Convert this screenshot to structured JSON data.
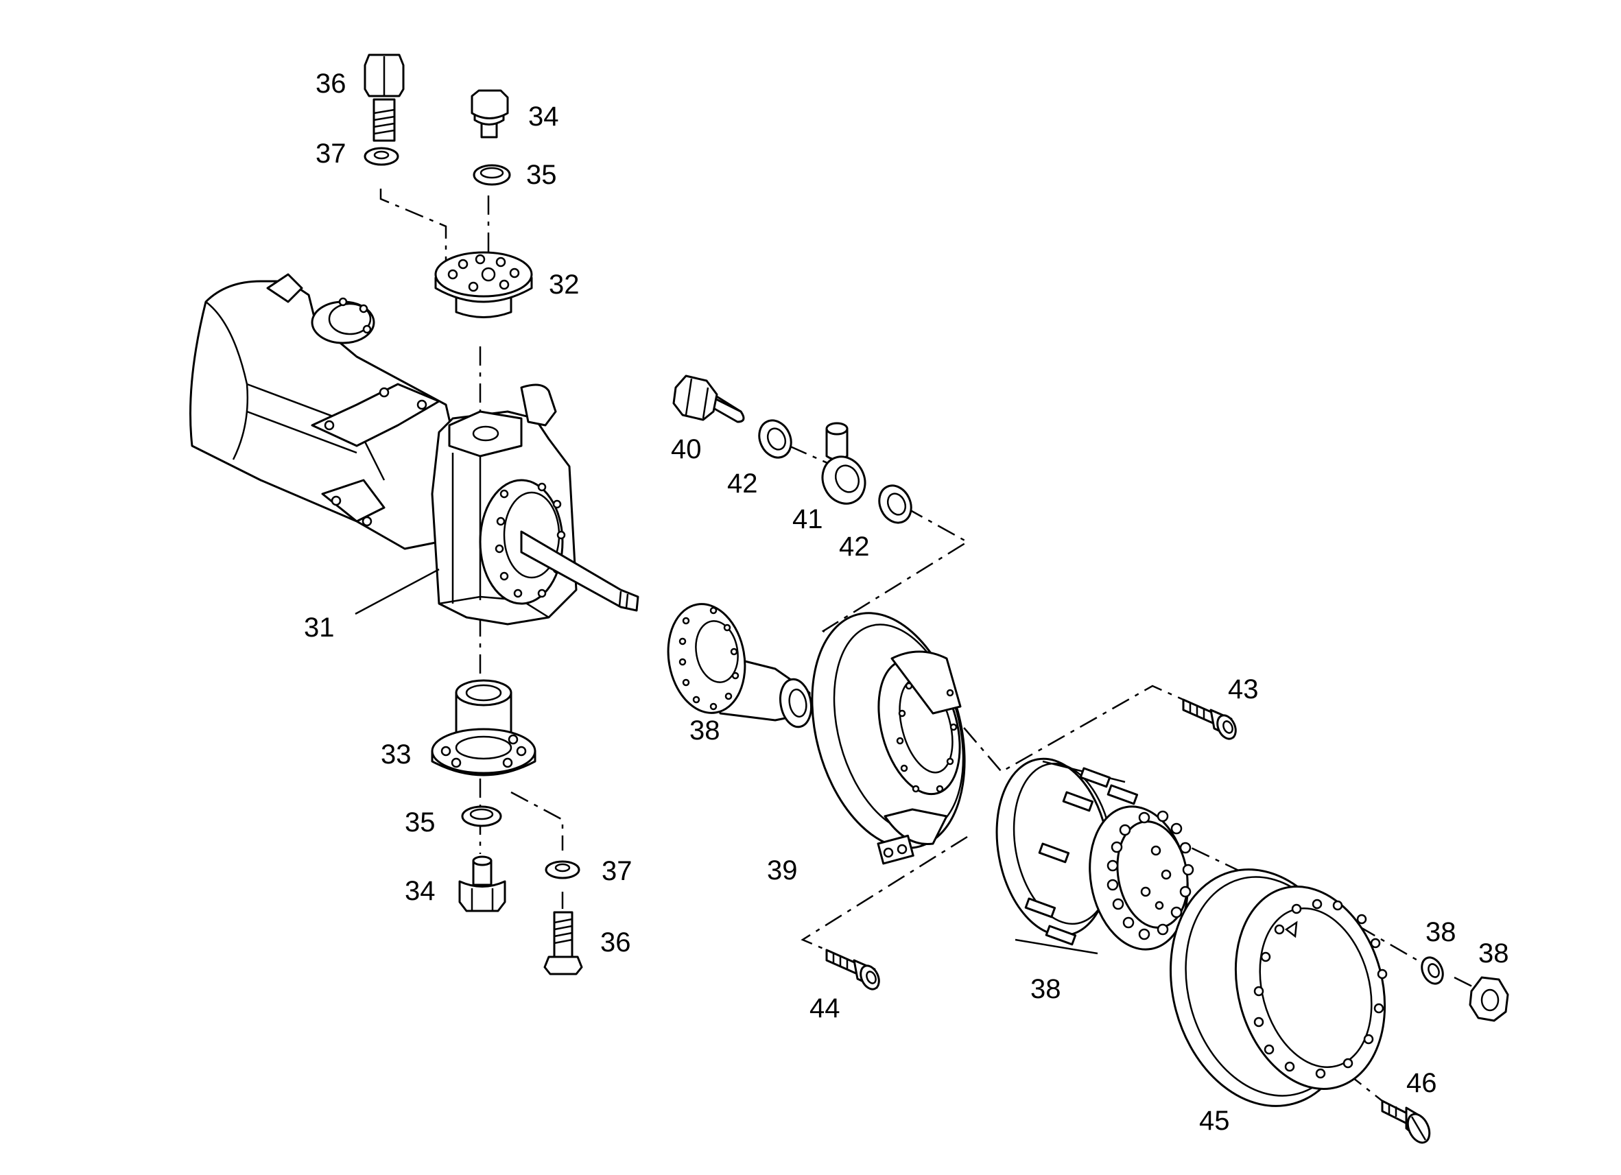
{
  "callouts": [
    {
      "id": "c36a",
      "text": "36"
    },
    {
      "id": "c37a",
      "text": "37"
    },
    {
      "id": "c34a",
      "text": "34"
    },
    {
      "id": "c35a",
      "text": "35"
    },
    {
      "id": "c32",
      "text": "32"
    },
    {
      "id": "c40",
      "text": "40"
    },
    {
      "id": "c42a",
      "text": "42"
    },
    {
      "id": "c41",
      "text": "41"
    },
    {
      "id": "c42b",
      "text": "42"
    },
    {
      "id": "c31",
      "text": "31"
    },
    {
      "id": "c38a",
      "text": "38"
    },
    {
      "id": "c43",
      "text": "43"
    },
    {
      "id": "c33",
      "text": "33"
    },
    {
      "id": "c39",
      "text": "39"
    },
    {
      "id": "c35b",
      "text": "35"
    },
    {
      "id": "c37b",
      "text": "37"
    },
    {
      "id": "c34b",
      "text": "34"
    },
    {
      "id": "c36b",
      "text": "36"
    },
    {
      "id": "c38b",
      "text": "38"
    },
    {
      "id": "c38c",
      "text": "38"
    },
    {
      "id": "c38d",
      "text": "38"
    },
    {
      "id": "c44",
      "text": "44"
    },
    {
      "id": "c46",
      "text": "46"
    },
    {
      "id": "c45",
      "text": "45"
    }
  ]
}
